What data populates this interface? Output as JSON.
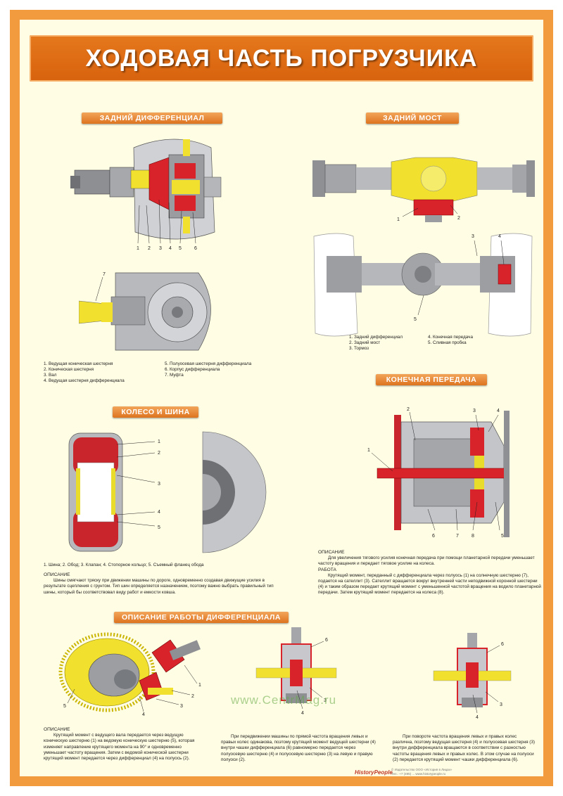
{
  "title": "ХОДОВАЯ ЧАСТЬ ПОГРУЗЧИКА",
  "sections": {
    "rear_diff": {
      "title": "ЗАДНИЙ ДИФФЕРЕНЦИАЛ",
      "callouts": [
        "1",
        "2",
        "3",
        "4",
        "5",
        "6",
        "7"
      ],
      "legend_left": [
        "1. Ведущая коническая шестерня",
        "2. Коническая шестерня",
        "3. Вал",
        "4. Ведущая шестерня дифференциала"
      ],
      "legend_right": [
        "5. Полуосевая шестерня дифференциала",
        "6. Корпус дифференциала",
        "7. Муфта"
      ]
    },
    "rear_axle": {
      "title": "ЗАДНИЙ МОСТ",
      "callouts": [
        "1",
        "2",
        "3",
        "4",
        "5"
      ],
      "legend_left": [
        "1. Задний дифференциал",
        "2. Задний мост",
        "3. Тормоз"
      ],
      "legend_right": [
        "4. Конечная передача",
        "5. Сливная пробка"
      ]
    },
    "wheel": {
      "title": "КОЛЕСО И ШИНА",
      "callouts": [
        "1",
        "2",
        "3",
        "4",
        "5"
      ],
      "caption": "1. Шина; 2. Обод; 3. Клапан; 4. Стопорное кольцо; 5. Съемный фланец обода",
      "desc_head": "ОПИСАНИЕ",
      "desc_text": "Шины смягчают тряску при движении машины по дороге, одновременно создавая движущие усилия в результате сцепления с грунтом. Тип шин определяется назначением, поэтому важно выбрать правильный тип шины, который бы соответствовал виду работ и емкости ковша."
    },
    "final_drive": {
      "title": "КОНЕЧНАЯ ПЕРЕДАЧА",
      "callouts": [
        "1",
        "2",
        "3",
        "4",
        "5",
        "6",
        "7",
        "8"
      ],
      "desc_head": "ОПИСАНИЕ",
      "desc_text": "Для увеличения тягового усилия конечная передача при помощи планетарной передачи уменьшает частоту вращения и передает тяговое усилие на колеса.",
      "work_head": "РАБОТА",
      "work_text": "Крутящий момент, переданный с дифференциала через полуось (1) на солнечную шестерню (7), подается на сателлит (3). Сателлит вращается вокруг внутренней части неподвижной коронной шестерни (4) и таким образом передает крутящий момент с уменьшенной частотой вращения на водило планетарной передачи. Затем крутящий момент передается на колеса (8)."
    },
    "diff_op": {
      "title": "ОПИСАНИЕ РАБОТЫ ДИФФЕРЕНЦИАЛА",
      "callouts_a": [
        "1",
        "2",
        "3",
        "4",
        "5"
      ],
      "callouts_b": [
        "6",
        "3",
        "4"
      ],
      "callouts_c": [
        "6",
        "3",
        "4"
      ],
      "desc_head": "ОПИСАНИЕ",
      "col1": "Крутящий момент с ведущего вала передается через ведущую коническую шестерню (1) на ведомую коническую шестерню (5), которая изменяет направление крутящего момента на 90° и одновременно уменьшает частоту вращения. Затем с ведомой конической шестерни крутящий момент передается через дифференциал (4) на полуось (2).",
      "col2": "При передвижении машины по прямой частота вращения левых и правых колес одинакова, поэтому крутящий момент ведущей шестерни (4) внутри чашки дифференциала (6) равномерно передается через полуосевую шестерню (4) и полуосевую шестерню (3) на левую и правую полуоси (2).",
      "col3": "При повороте частота вращения левых и правых колес различна, поэтому ведущая шестерня (4) и полуосевая шестерня (3) внутри дифференциала вращаются в соответствии с разностью частоты вращения левых и правых колес. В этом случае на полуоси (2) передается крутящий момент чашки дифференциала (6)."
    }
  },
  "watermark": "www.CentrMag.ru",
  "brand": "HistoryPeople",
  "brand_info": [
    "© Издательство ООО «История в Лицах»",
    "Тел.: +7 (495) ... www.historypeople.ru"
  ],
  "colors": {
    "frame": "#f19a3e",
    "banner": "#dd6b15",
    "paper": "#fffde3",
    "accent_red": "#d8232a",
    "accent_yellow": "#f5e63c"
  }
}
